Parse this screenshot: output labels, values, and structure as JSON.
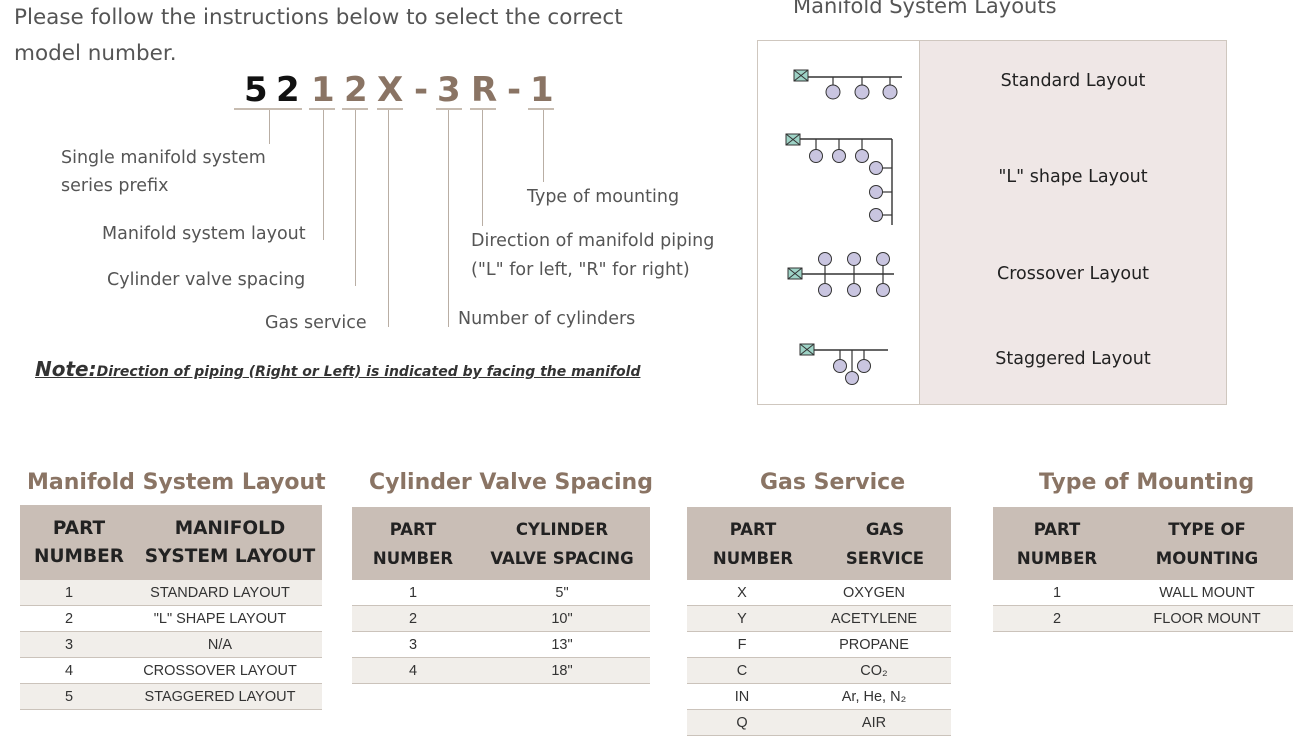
{
  "intro": "Please follow the instructions below to select the correct model number.",
  "model_chars": [
    "5",
    "2",
    "1",
    "2",
    "X",
    "-",
    "3",
    "R",
    "-",
    "1"
  ],
  "callouts": {
    "prefix": "Single manifold system series prefix",
    "prefix_l1": "Single manifold system",
    "prefix_l2": "series prefix",
    "layout": "Manifold system layout",
    "spacing": "Cylinder valve spacing",
    "gas": "Gas service",
    "cylinders": "Number of cylinders",
    "direction_l1": "Direction of manifold piping",
    "direction_l2": "(\"L\" for left, \"R\" for right)",
    "mounting": "Type of mounting"
  },
  "note": {
    "label": "Note:",
    "text": "Direction of piping (Right or Left) is indicated by facing the manifold"
  },
  "layouts": {
    "title": "Manifold System Layouts",
    "rows": [
      {
        "name": "Standard Layout",
        "icon": "standard-layout-icon"
      },
      {
        "name": "\"L\" shape Layout",
        "icon": "l-shape-layout-icon"
      },
      {
        "name": "Crossover Layout",
        "icon": "crossover-layout-icon"
      },
      {
        "name": "Staggered Layout",
        "icon": "staggered-layout-icon"
      }
    ]
  },
  "tables": {
    "layout": {
      "title": "Manifold System Layout",
      "headers": [
        "PART NUMBER",
        "MANIFOLD SYSTEM LAYOUT"
      ],
      "h1a": "PART",
      "h1b": "NUMBER",
      "h2a": "MANIFOLD",
      "h2b": "SYSTEM LAYOUT",
      "rows": [
        [
          "1",
          "STANDARD LAYOUT"
        ],
        [
          "2",
          "\"L\" SHAPE LAYOUT"
        ],
        [
          "3",
          "N/A"
        ],
        [
          "4",
          "CROSSOVER  LAYOUT"
        ],
        [
          "5",
          "STAGGERED LAYOUT"
        ]
      ]
    },
    "spacing": {
      "title": "Cylinder Valve Spacing",
      "h1a": "PART",
      "h1b": "NUMBER",
      "h2a": "CYLINDER",
      "h2b": "VALVE SPACING",
      "rows": [
        [
          "1",
          "5\""
        ],
        [
          "2",
          "10\""
        ],
        [
          "3",
          "13\""
        ],
        [
          "4",
          "18\""
        ]
      ]
    },
    "gas": {
      "title": "Gas Service",
      "h1a": "PART",
      "h1b": "NUMBER",
      "h2a": "GAS",
      "h2b": "SERVICE",
      "rows": [
        [
          "X",
          "OXYGEN"
        ],
        [
          "Y",
          "ACETYLENE"
        ],
        [
          "F",
          "PROPANE"
        ],
        [
          "C",
          "CO₂"
        ],
        [
          "IN",
          "Ar, He, N₂"
        ],
        [
          "Q",
          "AIR"
        ]
      ]
    },
    "mounting": {
      "title": "Type of Mounting",
      "h1a": "PART",
      "h1b": "NUMBER",
      "h2a": "TYPE OF",
      "h2b": "MOUNTING",
      "rows": [
        [
          "1",
          "WALL MOUNT"
        ],
        [
          "2",
          "FLOOR MOUNT"
        ]
      ]
    }
  },
  "colors": {
    "brown": "#8a7464",
    "header_bg": "#c9beb6",
    "layout_name_bg": "#efe7e6",
    "valve_fill": "#c9c5e0",
    "box_fill": "#9ed3c6"
  }
}
